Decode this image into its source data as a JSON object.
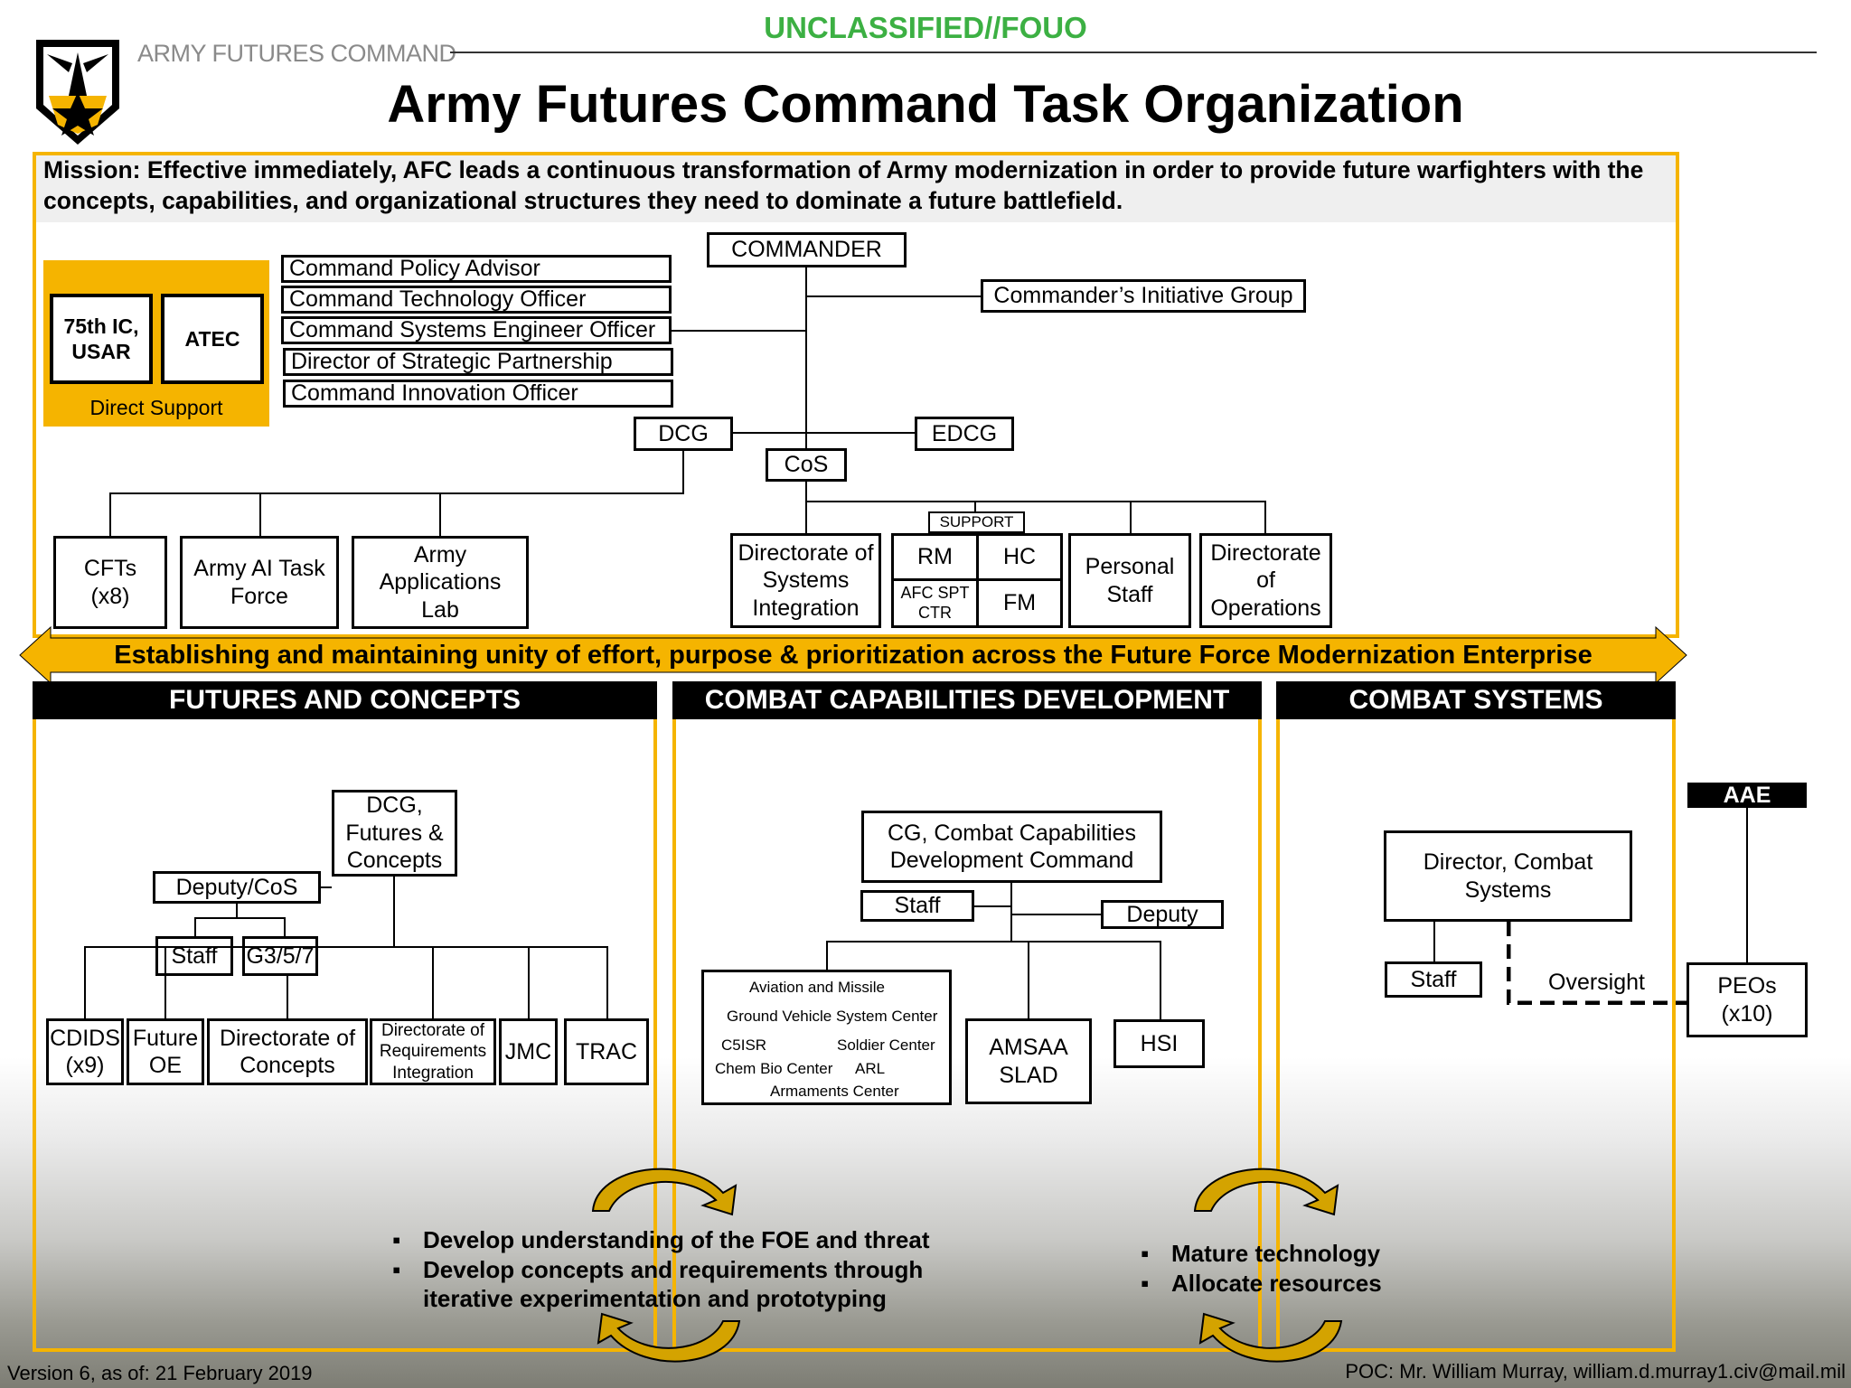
{
  "classification": "UNCLASSIFIED//FOUO",
  "org_label": "ARMY FUTURES COMMAND",
  "title": "Army Futures Command Task Organization",
  "mission": "Mission: Effective immediately, AFC leads a continuous transformation of Army modernization in order to provide future warfighters with the concepts, capabilities, and organizational structures they need to dominate a future battlefield.",
  "direct_support": {
    "label": "Direct Support",
    "units": [
      "75th IC,\nUSAR",
      "ATEC"
    ]
  },
  "staff_list": [
    "Command Policy Advisor",
    "Command Technology Officer",
    "Command Systems Engineer Officer",
    "Director of Strategic Partnership",
    "Command Innovation Officer"
  ],
  "hq": {
    "commander": "COMMANDER",
    "initiative_group": "Commander’s Initiative Group",
    "dcg": "DCG",
    "edcg": "EDCG",
    "cos": "CoS",
    "left_units": [
      "CFTs\n(x8)",
      "Army AI Task\nForce",
      "Army\nApplications\nLab"
    ],
    "dsi": "Directorate of\nSystems\nIntegration",
    "support_label": "SUPPORT",
    "support_cells": [
      "RM",
      "HC",
      "AFC SPT\nCTR",
      "FM"
    ],
    "personal_staff": "Personal\nStaff",
    "dir_ops": "Directorate\nof\nOperations"
  },
  "banner": "Establishing and maintaining unity of effort, purpose & prioritization across the Future Force Modernization Enterprise",
  "sections": {
    "futures": {
      "header": "FUTURES AND CONCEPTS",
      "dcg": "DCG,\nFutures &\nConcepts",
      "deputy_cos": "Deputy/CoS",
      "staff": "Staff",
      "g357": "G3/5/7",
      "units": [
        "CDIDS\n(x9)",
        "Future\nOE",
        "Directorate of\nConcepts",
        "Directorate of\nRequirements\nIntegration",
        "JMC",
        "TRAC"
      ]
    },
    "ccd": {
      "header": "COMBAT CAPABILITIES DEVELOPMENT",
      "cg": "CG, Combat Capabilities\nDevelopment Command",
      "staff": "Staff",
      "deputy": "Deputy",
      "centers": [
        "Aviation and Missile",
        "Ground Vehicle System Center",
        "C5ISR",
        "Soldier Center",
        "Chem Bio Center",
        "ARL",
        "Armaments Center"
      ],
      "amsaa": "AMSAA\nSLAD",
      "hsi": "HSI"
    },
    "combat_systems": {
      "header": "COMBAT SYSTEMS",
      "director": "Director, Combat\nSystems",
      "staff": "Staff",
      "oversight": "Oversight",
      "aae": "AAE",
      "peos": "PEOs\n(x10)"
    }
  },
  "bullets_left": [
    "Develop understanding of the FOE and threat",
    "Develop concepts and requirements through\niterative experimentation and prototyping"
  ],
  "bullets_right": [
    "Mature technology",
    "Allocate resources"
  ],
  "footer": {
    "version": "Version 6, as of:  21 February 2019",
    "poc": "POC:  Mr. William Murray, william.d.murray1.civ@mail.mil"
  },
  "colors": {
    "accent": "#f5b400",
    "classification": "#3cb043",
    "header_bg": "#000000",
    "mission_bg": "#efefef"
  },
  "icons": {
    "logo": "army-futures-command-star-logo",
    "cycle": "cycle-arrows"
  }
}
